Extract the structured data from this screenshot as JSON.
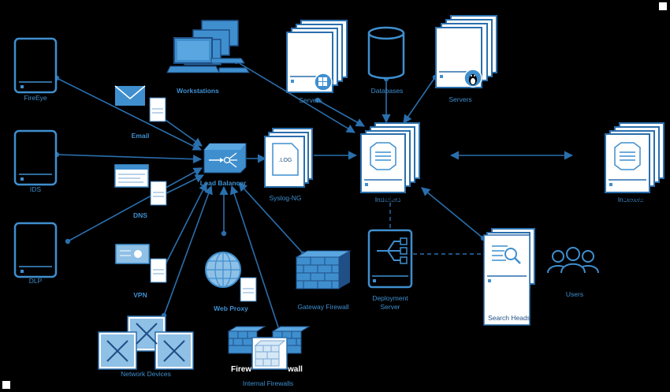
{
  "nodes": {
    "fireeye": "FireEye",
    "ids": "IDS",
    "dlp": "DLP",
    "email": "Email",
    "dns": "DNS",
    "vpn": "VPN",
    "workstations": "Workstations",
    "load_balancer": "Load Balancer",
    "syslog_ng": "Syslog-NG",
    "log_file": ".LOG",
    "servers_windows": "Servers",
    "databases": "Databases",
    "servers_linux": "Servers",
    "indexers_left_bold": "Indexers",
    "indexers_left_faint": "Indexers",
    "indexers_right_bold": "Indexers",
    "indexers_right_faint": "Indexers",
    "web_proxy": "Web Proxy",
    "gateway_firewall": "Gateway Firewall",
    "deployment_server_line1": "Deployment",
    "deployment_server_line2": "Server",
    "search_heads": "Search Heads",
    "users": "Users",
    "network_devices": "Network Devices",
    "firewall_left": "Firew",
    "firewall_right": "wall",
    "internal_firewalls": "Internal Firewalls"
  },
  "colors": {
    "accent": "#3f8fcf",
    "dark_accent": "#1f4f86",
    "background": "#000000",
    "paper": "#ffffff"
  }
}
